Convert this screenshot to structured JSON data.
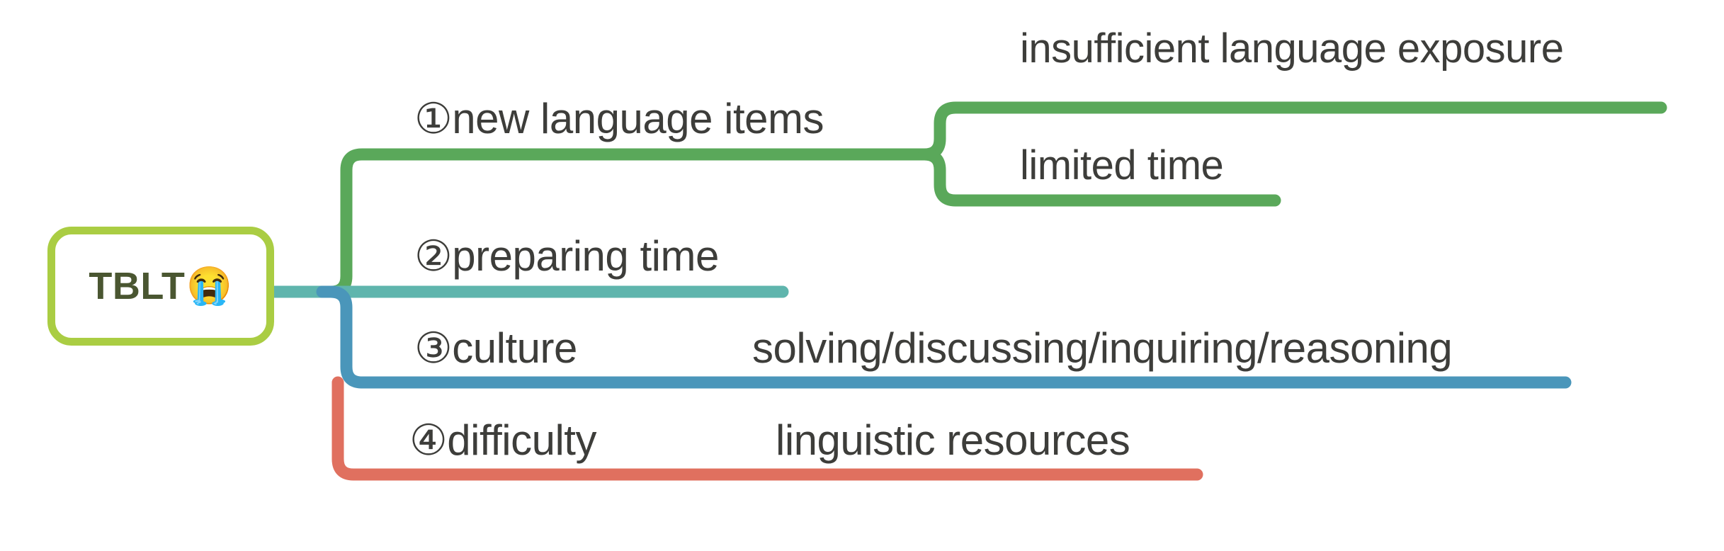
{
  "diagram": {
    "type": "mindmap",
    "title": "TBLT challenges mind map",
    "background": "#ffffff",
    "root": {
      "label": "TBLT",
      "emoji": "😭",
      "emoji_name": "loudly-crying-face",
      "border_color": "#aacd43",
      "text_color": "#4a5631"
    },
    "branches": [
      {
        "id": "branch-1",
        "marker": "①",
        "label": "①new language items",
        "color": "#5aa85a",
        "children": [
          {
            "id": "branch-1-child-1",
            "label": "insufficient language exposure",
            "color": "#5aa85a"
          },
          {
            "id": "branch-1-child-2",
            "label": "limited time",
            "color": "#5aa85a"
          }
        ]
      },
      {
        "id": "branch-2",
        "marker": "②",
        "label": "②preparing time",
        "color": "#5fb5ad",
        "children": []
      },
      {
        "id": "branch-3",
        "marker": "③",
        "label": "③culture",
        "color": "#4a96ba",
        "extra_label": "solving/discussing/inquiring/reasoning",
        "children": []
      },
      {
        "id": "branch-4",
        "marker": "④",
        "label": "④difficulty",
        "color": "#e0705f",
        "extra_label": "linguistic resources",
        "children": []
      }
    ]
  }
}
